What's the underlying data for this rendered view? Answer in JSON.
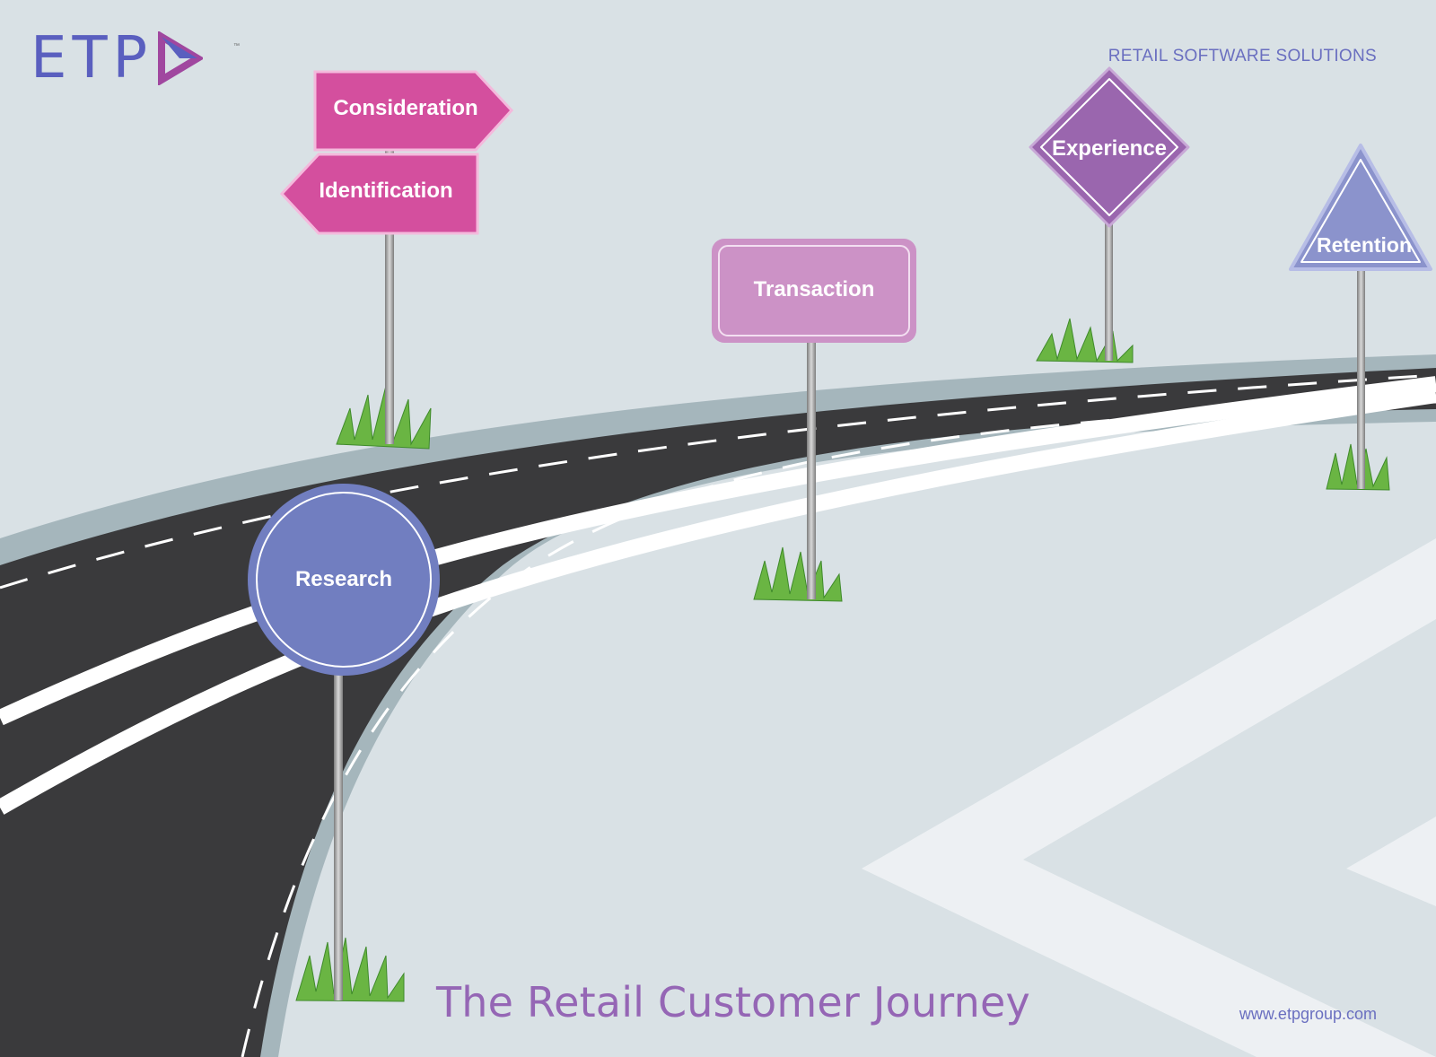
{
  "brand": {
    "logo_text": "ETP",
    "tm": "™",
    "tagline": "RETAIL SOFTWARE SOLUTIONS",
    "website": "www.etpgroup.com"
  },
  "title": "The Retail Customer Journey",
  "signs": [
    {
      "label": "Consideration",
      "shape": "arrow-right",
      "color": "#d44f9e"
    },
    {
      "label": "Identification",
      "shape": "arrow-left",
      "color": "#d44f9e"
    },
    {
      "label": "Research",
      "shape": "circle",
      "color": "#717ec0"
    },
    {
      "label": "Transaction",
      "shape": "rounded-rectangle",
      "color": "#cc92c6"
    },
    {
      "label": "Experience",
      "shape": "diamond",
      "color": "#9a66ae"
    },
    {
      "label": "Retention",
      "shape": "triangle",
      "color": "#8b93cc"
    }
  ],
  "colors": {
    "background": "#d9e1e5",
    "road": "#3a3a3c",
    "curb": "#9fb2b9",
    "accent_blue": "#6a6fc0",
    "title_purple": "#9566b5"
  }
}
